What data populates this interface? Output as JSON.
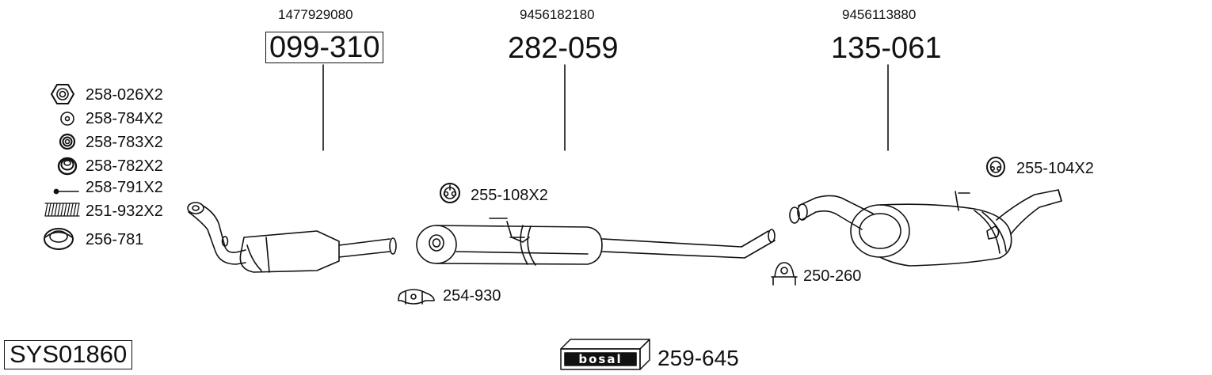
{
  "parts": [
    {
      "oe_number": "1477929080",
      "part_number": "099-310"
    },
    {
      "oe_number": "9456182180",
      "part_number": "282-059"
    },
    {
      "oe_number": "9456113880",
      "part_number": "135-061"
    }
  ],
  "accessory_list": [
    {
      "label": "258-026X2",
      "icon": "hex-nut-icon"
    },
    {
      "label": "258-784X2",
      "icon": "washer-icon"
    },
    {
      "label": "258-783X2",
      "icon": "ring-icon"
    },
    {
      "label": "258-782X2",
      "icon": "spring-washer-icon"
    },
    {
      "label": "258-791X2",
      "icon": "bolt-icon"
    },
    {
      "label": "251-932X2",
      "icon": "spring-icon"
    },
    {
      "label": "256-781",
      "icon": "gasket-icon"
    }
  ],
  "fittings": {
    "hanger_front": "255-108X2",
    "clamp_front": "254-930",
    "clamp_rear": "250-260",
    "hanger_rear": "255-104X2"
  },
  "system_code": "SYS01860",
  "brand": {
    "name": "bosal",
    "kit_number": "259-645"
  }
}
